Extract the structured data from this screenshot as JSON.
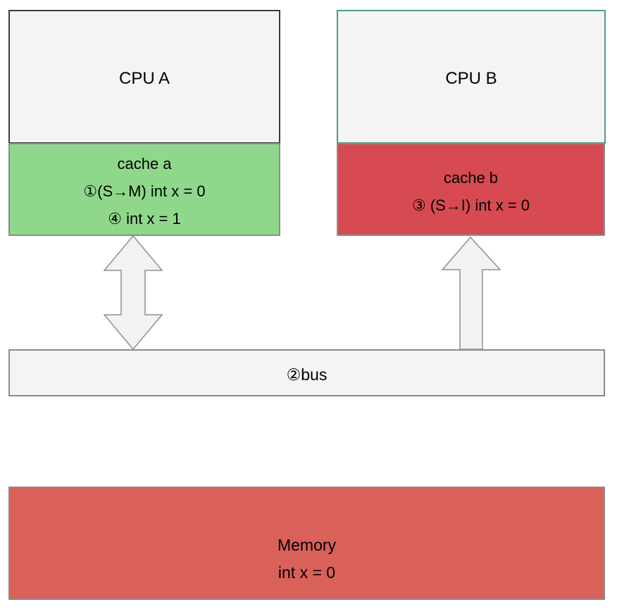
{
  "colors": {
    "cpu_fill": "#f4f3f5",
    "cpu_a_border": "#3d3d3d",
    "cpu_b_border": "#4f9b80",
    "cache_a_fill": "#8fd88b",
    "cache_b_fill": "#d74a52",
    "box_border": "#8c8c8c",
    "bus_fill": "#f4f3f5",
    "memory_fill": "#d9615a",
    "arrow_fill": "#f2f1f4",
    "arrow_border": "#8f8f8f",
    "text": "#000000"
  },
  "cpu_a": {
    "label": "CPU A"
  },
  "cache_a": {
    "title": "cache a",
    "lines": [
      "①(S→M) int x = 0",
      "④ int x = 1"
    ]
  },
  "cpu_b": {
    "label": "CPU B"
  },
  "cache_b": {
    "title": "cache b",
    "lines": [
      "③ (S→I)  int x = 0"
    ]
  },
  "bus": {
    "label": "②bus"
  },
  "memory": {
    "title": "Memory",
    "lines": [
      "int x = 0"
    ]
  }
}
